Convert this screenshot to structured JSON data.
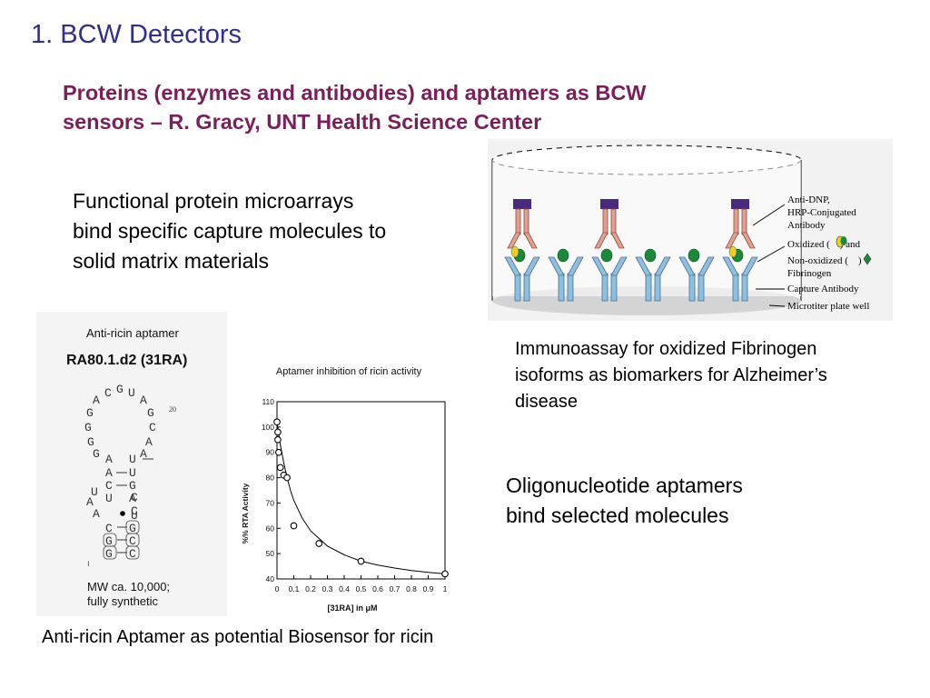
{
  "title": "1.  BCW Detectors",
  "subtitle_line1": "Proteins (enzymes and antibodies) and aptamers as BCW",
  "subtitle_line2": "sensors – R. Gracy, UNT Health Science Center",
  "microarray_text": [
    "Functional protein microarrays",
    "bind specific capture molecules to",
    "solid matrix materials"
  ],
  "immuno_caption": [
    "Immunoassay for oxidized Fibrinogen",
    "isoforms as biomarkers for Alzheimer’s",
    "disease"
  ],
  "aptamer_text": [
    "Oligonucleotide aptamers",
    "bind selected molecules"
  ],
  "ricin_caption": "Anti-ricin Aptamer as potential Biosensor for ricin",
  "immuno_labels": {
    "anti_dnp": "Anti-DNP,",
    "hrp": "HRP-Conjugated",
    "antibody": "Antibody",
    "oxidized_pre": "Oxidized (",
    "oxidized_post": ") and",
    "nonox_pre": "Non-oxidized (",
    "nonox_post": ")",
    "fibrinogen": "Fibrinogen",
    "capture": "Capture Antibody",
    "well": "Microtiter plate well"
  },
  "aptamer_panel": {
    "heading": "Anti-ricin aptamer",
    "name": "RA80.1.d2 (31RA)",
    "position_label": "20",
    "mw_line1": "MW ca. 10,000;",
    "mw_line2": "fully synthetic"
  },
  "colors": {
    "title": "#2f2f8f",
    "subtitle": "#7a1f5c",
    "hrp_enzyme": "#4a2a80",
    "detection_antibody": "#e0a090",
    "capture_antibody": "#8fbfe0",
    "fibrinogen": "#1a8a3a",
    "oxidized_tag": "#e8d020"
  },
  "chart_data": {
    "type": "scatter",
    "title": "Aptamer inhibition of ricin activity",
    "xlabel": "[31RA] in μM",
    "ylabel": "%% RTA Activity",
    "xlim": [
      0,
      1
    ],
    "ylim": [
      40,
      110
    ],
    "xticks": [
      "0",
      "0.1",
      "0.2",
      "0.3",
      "0.4",
      "0.5",
      "0.6",
      "0.7",
      "0.8",
      "0.9",
      "1"
    ],
    "yticks": [
      "110",
      "100",
      "90",
      "80",
      "70",
      "60",
      "50",
      "40"
    ],
    "points": [
      {
        "x": 0.0,
        "y": 102
      },
      {
        "x": 0.005,
        "y": 98
      },
      {
        "x": 0.005,
        "y": 95
      },
      {
        "x": 0.01,
        "y": 90
      },
      {
        "x": 0.02,
        "y": 84
      },
      {
        "x": 0.04,
        "y": 81
      },
      {
        "x": 0.06,
        "y": 80
      },
      {
        "x": 0.1,
        "y": 61
      },
      {
        "x": 0.25,
        "y": 54
      },
      {
        "x": 0.5,
        "y": 47
      },
      {
        "x": 1.0,
        "y": 42
      }
    ],
    "fit": [
      [
        0,
        102
      ],
      [
        0.02,
        93
      ],
      [
        0.04,
        86
      ],
      [
        0.06,
        80
      ],
      [
        0.08,
        75
      ],
      [
        0.1,
        71
      ],
      [
        0.15,
        64
      ],
      [
        0.2,
        59
      ],
      [
        0.3,
        53
      ],
      [
        0.4,
        49.5
      ],
      [
        0.5,
        47
      ],
      [
        0.6,
        45.5
      ],
      [
        0.7,
        44.3
      ],
      [
        0.8,
        43.3
      ],
      [
        0.9,
        42.6
      ],
      [
        1.0,
        42
      ]
    ]
  }
}
